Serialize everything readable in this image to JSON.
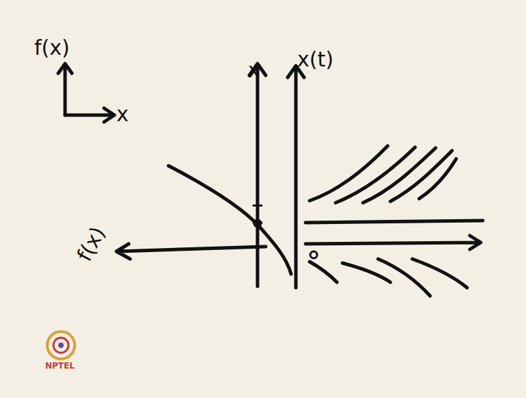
{
  "diagram": {
    "labels": [
      "f(x)",
      "x",
      "x",
      "x(t)",
      "f(x)",
      "NPTEL"
    ]
  }
}
